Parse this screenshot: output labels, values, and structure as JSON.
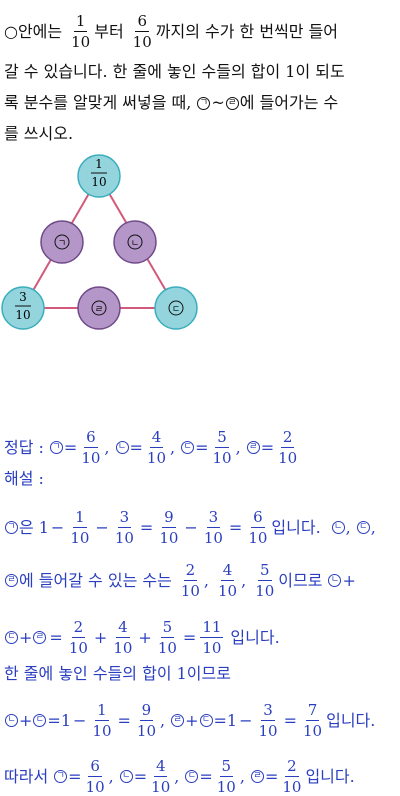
{
  "problem": {
    "l1a": "○안에는",
    "l1b": "부터",
    "l1c": "까지의 수가 한 번씩만 들어",
    "f_from": {
      "n": "1",
      "d": "10"
    },
    "f_to": {
      "n": "6",
      "d": "10"
    },
    "l2": "갈 수 있습니다. 한 줄에 놓인 수들의 합이 1이 되도",
    "l3a": "록 분수를 알맞게 써넣을 때,",
    "l3b": "에 들어가는 수",
    "l4": "를 쓰시오."
  },
  "marks": {
    "a": "ㄱ",
    "b": "ㄴ",
    "c": "ㄷ",
    "d": "ㄹ",
    "tilde": "~"
  },
  "diagram": {
    "top": {
      "n": "1",
      "d": "10"
    },
    "left": {
      "n": "3",
      "d": "10"
    },
    "node_a": "ㄱ",
    "node_b": "ㄴ",
    "node_c": "ㄷ",
    "node_d": "ㄹ",
    "colors": {
      "given": "#93d4dd",
      "given_stroke": "#3aaebc",
      "unknown": "#b497c8",
      "unknown_stroke": "#6f4b8a",
      "line": "#d3597c"
    }
  },
  "solution": {
    "answer_label": "정답 :",
    "explain_label": "해설 :",
    "eq": "=",
    "plus": "+",
    "minus": "−",
    "comma": ",",
    "one": "1",
    "ans": {
      "a": {
        "n": "6",
        "d": "10"
      },
      "b": {
        "n": "4",
        "d": "10"
      },
      "c": {
        "n": "5",
        "d": "10"
      },
      "d": {
        "n": "2",
        "d": "10"
      }
    },
    "l1_eun": "은",
    "l1_f1": {
      "n": "1",
      "d": "10"
    },
    "l1_f2": {
      "n": "3",
      "d": "10"
    },
    "l1_f3": {
      "n": "9",
      "d": "10"
    },
    "l1_f4": {
      "n": "3",
      "d": "10"
    },
    "l1_f5": {
      "n": "6",
      "d": "10"
    },
    "l1_end": "입니다.",
    "l2_text": "에 들어갈 수 있는 수는",
    "l2_f1": {
      "n": "2",
      "d": "10"
    },
    "l2_f2": {
      "n": "4",
      "d": "10"
    },
    "l2_f3": {
      "n": "5",
      "d": "10"
    },
    "l2_end": "이므로",
    "l3_f1": {
      "n": "2",
      "d": "10"
    },
    "l3_f2": {
      "n": "4",
      "d": "10"
    },
    "l3_f3": {
      "n": "5",
      "d": "10"
    },
    "l3_f4": {
      "n": "11",
      "d": "10"
    },
    "l3_end": "입니다.",
    "l4_text": "한 줄에 놓인 수들의 합이 1이므로",
    "l5_f1": {
      "n": "1",
      "d": "10"
    },
    "l5_f2": {
      "n": "9",
      "d": "10"
    },
    "l5_f3": {
      "n": "3",
      "d": "10"
    },
    "l5_f4": {
      "n": "7",
      "d": "10"
    },
    "l5_end": "입니다.",
    "l6_lead": "따라서",
    "l6_end": "입니다."
  }
}
